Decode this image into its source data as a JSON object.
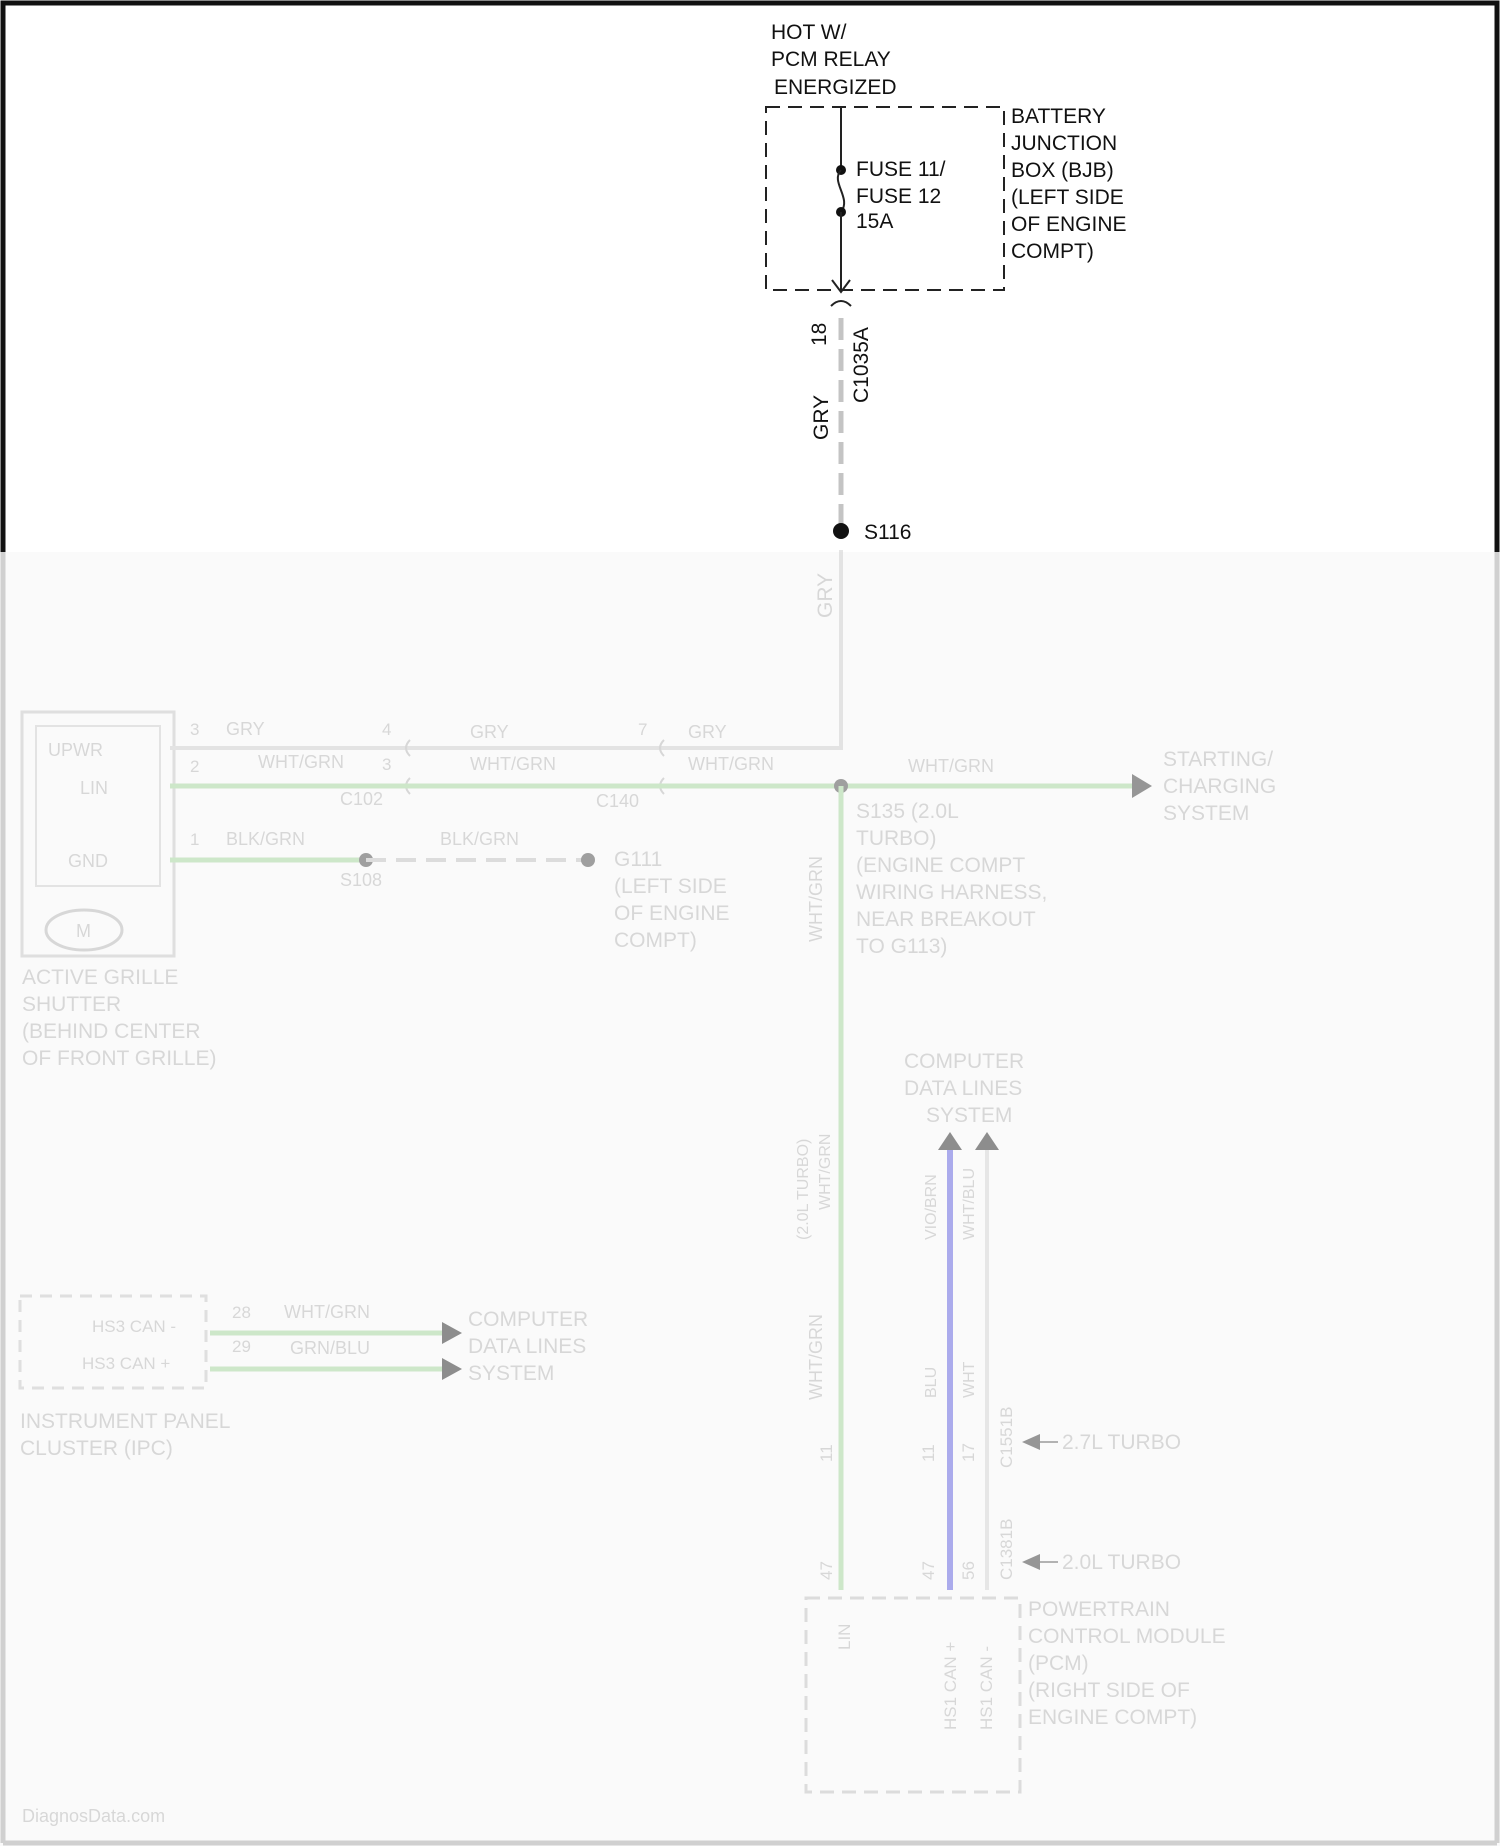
{
  "colors": {
    "frame": "#111111",
    "gray_wire": "#c4c4c4",
    "grn_wire": "#a8d8a0",
    "blu_wire": "#6a6ae0",
    "wht_wire": "#d6d6d6",
    "faded_text": "#7a7a7a"
  },
  "supply": {
    "hot_line1": "HOT W/",
    "hot_line2": "PCM RELAY",
    "hot_line3": "ENERGIZED",
    "fuse_line1": "FUSE 11/",
    "fuse_line2": "FUSE 12",
    "fuse_line3": "15A",
    "bjb_line1": "BATTERY",
    "bjb_line2": "JUNCTION",
    "bjb_line3": "BOX (BJB)",
    "bjb_line4": "(LEFT SIDE",
    "bjb_line5": "OF ENGINE",
    "bjb_line6": "COMPT)"
  },
  "connector_c1035a": {
    "pin": "18",
    "name": "C1035A",
    "wire_color": "GRY"
  },
  "splice_s116": {
    "name": "S116"
  },
  "faded": {
    "gry_vertical": "GRY",
    "grille_pin_upwr": "UPWR",
    "grille_pin_lin": "LIN",
    "grille_pin_gnd": "GND",
    "motor_symbol": "M",
    "grille_line1": "ACTIVE GRILLE",
    "grille_line2": "SHUTTER",
    "grille_line3": "(BEHIND CENTER",
    "grille_line4": "OF FRONT GRILLE)",
    "pin_3": "3",
    "pin_2": "2",
    "pin_1": "1",
    "pin_4": "4",
    "pin_3b": "3",
    "pin_7": "7",
    "w_gry_1": "GRY",
    "w_gry_2": "GRY",
    "w_gry_3": "GRY",
    "w_whtgrn_1": "WHT/GRN",
    "w_whtgrn_2": "WHT/GRN",
    "w_whtgrn_3": "WHT/GRN",
    "w_whtgrn_4": "WHT/GRN",
    "conn_c102": "C102",
    "conn_c140": "C140",
    "w_blkgrn_1": "BLK/GRN",
    "w_blkgrn_2": "BLK/GRN",
    "splice_s108": "S108",
    "ground_1": "G111",
    "ground_2": "(LEFT SIDE",
    "ground_3": "OF ENGINE",
    "ground_4": "COMPT)",
    "start_1": "STARTING/",
    "start_2": "CHARGING",
    "start_3": "SYSTEM",
    "s135_1": "S135 (2.0L",
    "s135_2": "TURBO)",
    "s135_3": "(ENGINE COMPT",
    "s135_4": "WIRING HARNESS,",
    "s135_5": "NEAR BREAKOUT",
    "s135_6": "TO G113)",
    "v_whtgrn": "WHT/GRN",
    "cdl_top_1": "COMPUTER",
    "cdl_top_2": "DATA LINES",
    "cdl_top_3": "SYSTEM",
    "v_turbo_1": "(2.0L TURBO)",
    "v_turbo_2": "WHT/GRN",
    "v_vio": "VIO/BRN",
    "v_wht": "WHT/BLU",
    "ipc_can_minus": "HS3 CAN -",
    "ipc_can_plus": "HS3 CAN +",
    "ipc_pin_28": "28",
    "ipc_pin_29": "29",
    "ipc_w_1": "WHT/GRN",
    "ipc_w_2": "GRN/BLU",
    "cdl_mid_1": "COMPUTER",
    "cdl_mid_2": "DATA LINES",
    "cdl_mid_3": "SYSTEM",
    "ipc_1": "INSTRUMENT PANEL",
    "ipc_2": "CLUSTER (IPC)",
    "v_whtgrn_low": "WHT/GRN",
    "v_blu": "BLU",
    "v_wht2": "WHT",
    "pin_11": "11",
    "pin_11b": "11",
    "pin_17": "17",
    "conn_c1551b": "C1551B",
    "t27": "2.7L TURBO",
    "pin_47": "47",
    "pin_47b": "47",
    "pin_56": "56",
    "conn_c1381b": "C1381B",
    "t20": "2.0L TURBO",
    "pcm_lin": "LIN",
    "pcm_canp": "HS1 CAN +",
    "pcm_canm": "HS1 CAN -",
    "pcm_1": "POWERTRAIN",
    "pcm_2": "CONTROL MODULE",
    "pcm_3": "(PCM)",
    "pcm_4": "(RIGHT SIDE OF",
    "pcm_5": "ENGINE COMPT)",
    "watermark": "DiagnosData.com"
  }
}
